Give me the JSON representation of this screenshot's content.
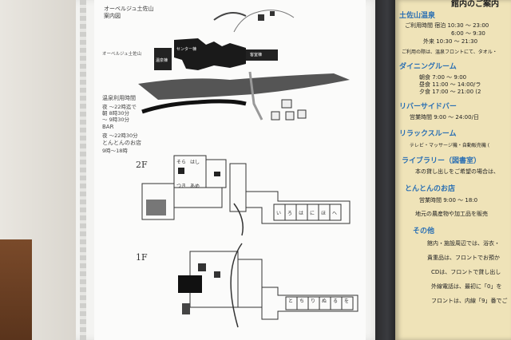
{
  "map": {
    "title_lines": [
      "オーベルジュ土佐山",
      "案内図"
    ],
    "mini_title": "オーベルジュ土佐山",
    "labels": {
      "center_bldg": "センター棟",
      "guest_bldg": "客室棟",
      "hot_spring": "温泉棟"
    },
    "hours": [
      {
        "label": "温泉利用時間"
      },
      {
        "label": "夜 〜22時迄で"
      },
      {
        "label": "朝 8時30分"
      },
      {
        "label": "〜 9時30分"
      },
      {
        "label": "BAR"
      },
      {
        "label": "夜 〜22時30分"
      },
      {
        "label": "とんとんのお店"
      },
      {
        "label": "9時〜18時"
      }
    ],
    "floors": {
      "upper": "2F",
      "lower": "1F"
    },
    "rooms_2f": [
      "そら",
      "はし",
      "つき",
      "あめ",
      "い",
      "ろ",
      "は",
      "に",
      "ほ",
      "へ"
    ],
    "rooms_1f": [
      "と",
      "ち",
      "り",
      "ぬ",
      "る",
      "を"
    ]
  },
  "right_page": {
    "title": "館内のご案内",
    "sections": [
      {
        "heading": "土佐山温泉",
        "lines": [
          "ご利用時間  宿泊  10:30 〜 23:00",
          "6:00 〜 9:30",
          "外来  10:30 〜 21:30",
          "ご利用の際は、温泉フロントにて、タオル・"
        ]
      },
      {
        "heading": "ダイニングルーム",
        "lines": [
          "朝食  7:00 〜 9:00",
          "昼食  11:00 〜 14:00/ラ",
          "夕食  17:00 〜 21:00 (2"
        ]
      },
      {
        "heading": "リバーサイドバー",
        "lines": [
          "営業時間  9:00 〜 24:00/日"
        ]
      },
      {
        "heading": "リラックスルーム",
        "lines": [
          "テレビ・マッサージ機・自動販売機 ("
        ]
      },
      {
        "heading": "ライブラリー（図書室）",
        "lines": [
          "本の貸し出しをご希望の場合は、"
        ]
      },
      {
        "heading": "とんとんのお店",
        "lines": [
          "営業時間  9:00 〜 18:0",
          "地元の農産物や加工品を販売"
        ]
      },
      {
        "heading": "その他",
        "lines": [
          "館内・施設周辺では、浴衣・",
          "貴重品は、フロントでお預か",
          "CDは、フロントで貸し出し",
          "外線電話は、最初に「0」を",
          "フロントは、内線「9」番でご"
        ]
      }
    ]
  }
}
